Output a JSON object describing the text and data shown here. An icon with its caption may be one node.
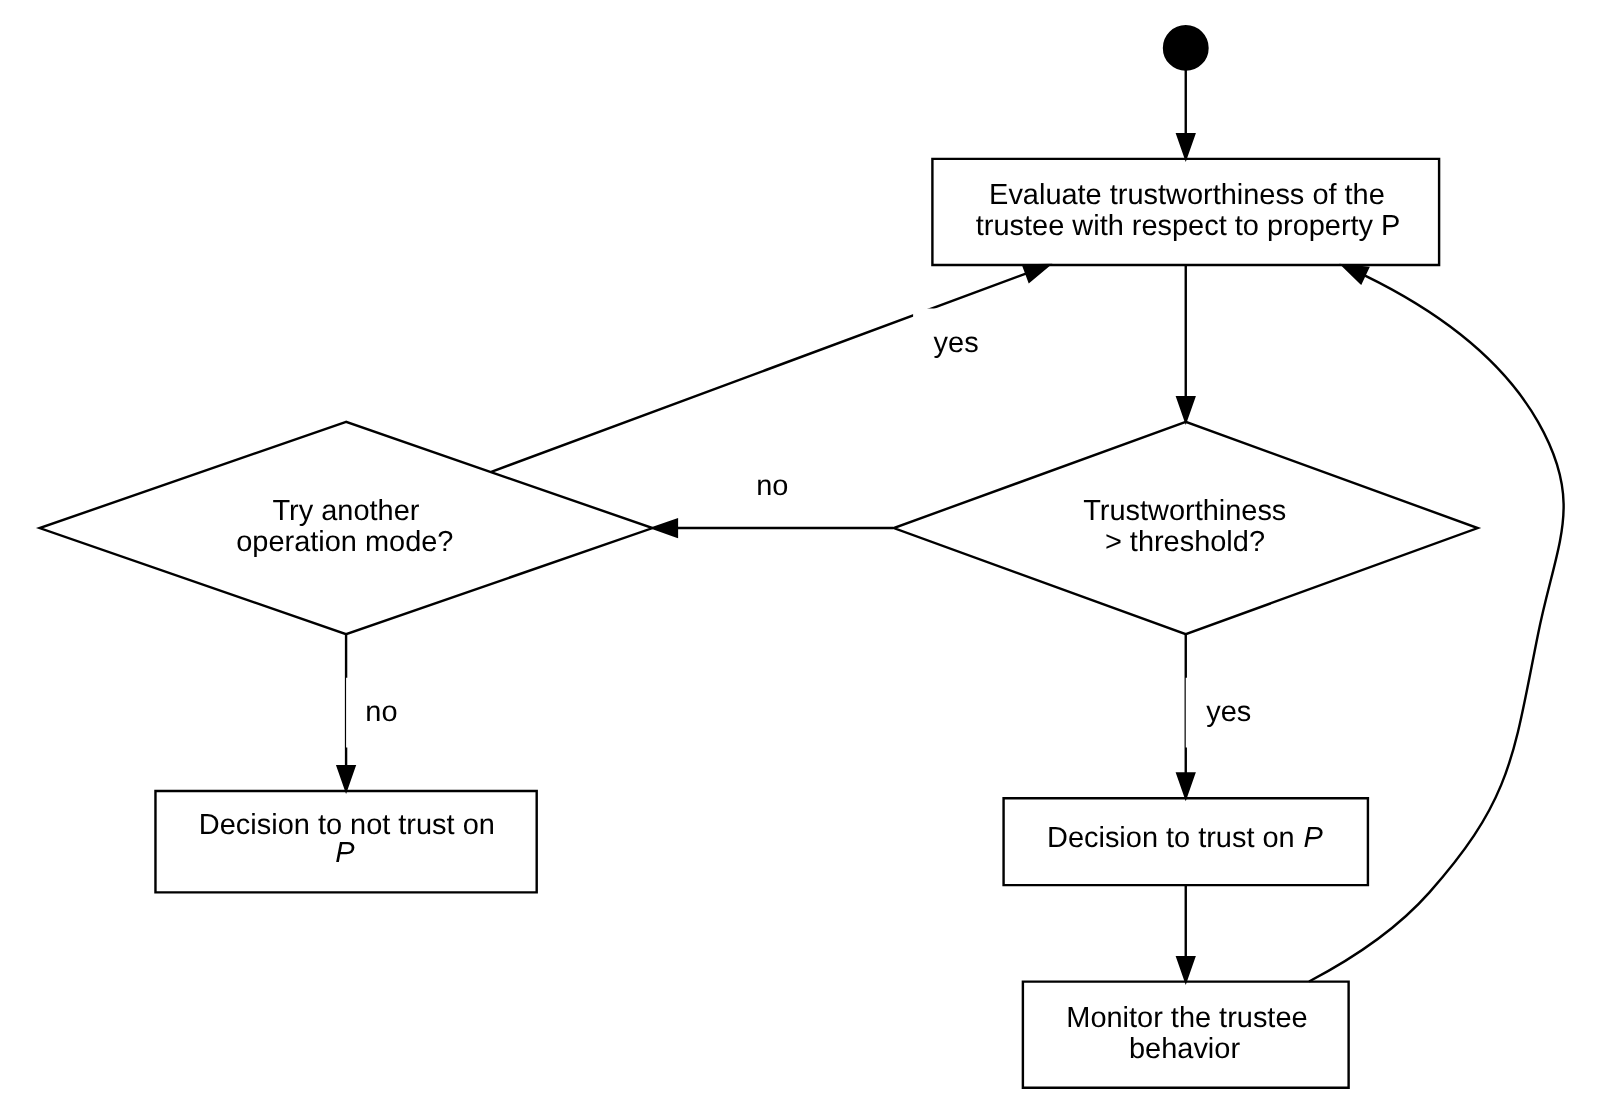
{
  "diagram": {
    "nodes": [
      {
        "text": [],
        "shape": "circle"
      },
      {
        "text": [
          "Evaluate trustworthiness of the trustee with respect to property P"
        ]
      },
      {
        "text": [
          "Trustworthiness > threshold?"
        ]
      },
      {
        "text": [
          "Try another operation mode?"
        ]
      },
      {
        "text": [
          "Decision to not trust on *P*"
        ]
      },
      {
        "text": [
          "Decision to trust on *P*"
        ]
      },
      {
        "text": [
          "Monitor the trustee behavior"
        ]
      }
    ],
    "edges": [
      {
        "from": 0,
        "to": 1,
        "arrow": "to"
      },
      {
        "from": 1,
        "to": 2,
        "arrow": "to"
      },
      {
        "from": 2,
        "to": 3,
        "arrow": "to",
        "label": "no"
      },
      {
        "from": 3,
        "to": 1,
        "arrow": "to",
        "label": "yes"
      },
      {
        "from": 3,
        "to": 4,
        "arrow": "to",
        "label": "no"
      },
      {
        "from": 2,
        "to": 5,
        "arrow": "to",
        "label": "yes"
      },
      {
        "from": 5,
        "to": 6,
        "arrow": "to"
      },
      {
        "from": 6,
        "to": 1,
        "arrow": "to"
      }
    ]
  }
}
